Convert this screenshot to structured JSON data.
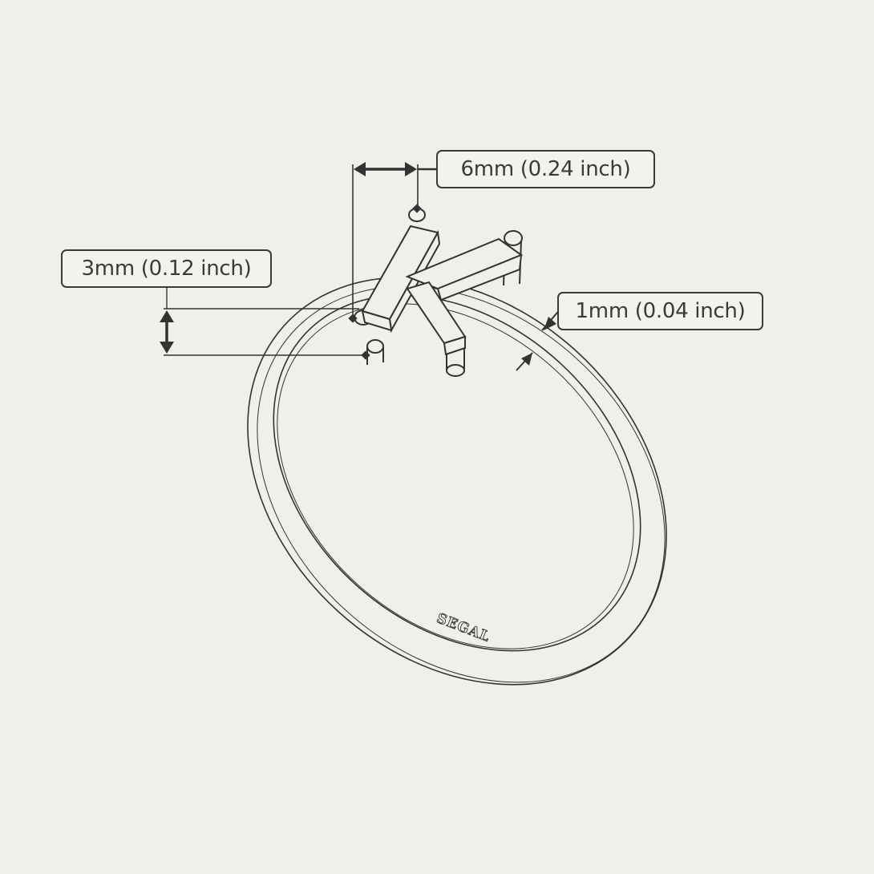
{
  "dimensions": {
    "letter_width": "6mm (0.24 inch)",
    "letter_height": "3mm (0.12 inch)",
    "band_width": "1mm (0.04 inch)"
  },
  "engraving": "SEGAL",
  "colors": {
    "background": "#f0f0eb",
    "ink": "#3a3a3a"
  }
}
